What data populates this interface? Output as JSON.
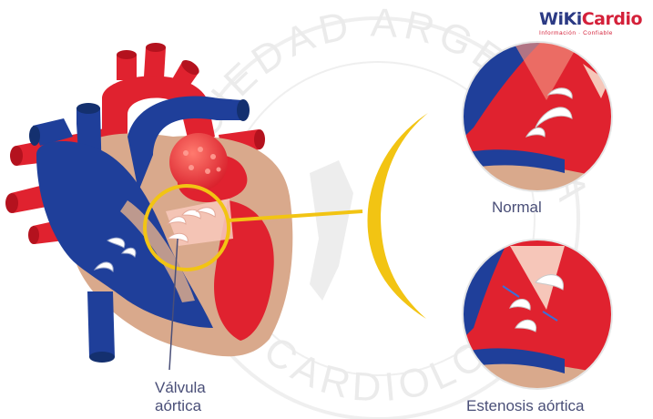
{
  "watermark": {
    "top_text": "SOCIEDAD ARGENTINA",
    "bottom_text": "DE CARDIOLOGIA"
  },
  "brand": {
    "name_part_1": "WiKi",
    "name_part_2": "Cardio",
    "tagline": "Información · Confiable"
  },
  "labels": {
    "normal": "Normal",
    "stenosis": "Estenosis aórtica",
    "valve_line_1": "Válvula",
    "valve_line_2": "aórtica"
  },
  "colors": {
    "artery_red": "#e0222f",
    "vein_blue": "#1f3f9a",
    "muscle_tan": "#d9a98c",
    "bracket_yellow": "#f2c413",
    "label_text": "#4a4f78",
    "brand_blue": "#2b3a84",
    "brand_red": "#d4213a"
  }
}
